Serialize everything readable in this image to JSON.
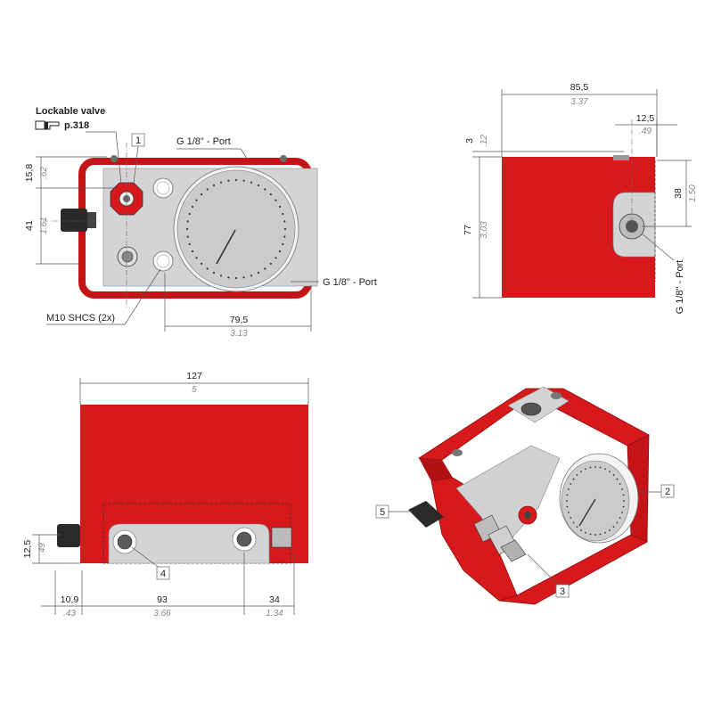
{
  "labels": {
    "lockable_valve": "Lockable valve",
    "page_ref": "p.318",
    "port_top": "G 1/8\" - Port",
    "port_right": "G 1/8\" - Port",
    "port_side": "G 1/8\" - Port",
    "mounting_screws": "M10 SHCS (2x)"
  },
  "callouts": [
    "1",
    "2",
    "3",
    "4",
    "5"
  ],
  "dimensions": {
    "top_left": {
      "d1_mm": "15,8",
      "d1_in": ".62",
      "d2_mm": "41",
      "d2_in": "1.61",
      "d3_mm": "79,5",
      "d3_in": "3.13"
    },
    "top_right": {
      "width_mm": "85,5",
      "width_in": "3.37",
      "port_mm": "12,5",
      "port_in": ".49",
      "top_mm": "3",
      "top_in": ".12",
      "height_mm": "77",
      "height_in": "3.03",
      "center_mm": "38",
      "center_in": "1.50"
    },
    "bottom_left": {
      "length_mm": "127",
      "length_in": "5",
      "base_mm": "12,5",
      "base_in": ".49",
      "a_mm": "10,9",
      "a_in": ".43",
      "b_mm": "93",
      "b_in": "3.66",
      "c_mm": "34",
      "c_in": "1.34"
    }
  },
  "colors": {
    "body_red": "#d7191b",
    "plate_grey": "#d2d4d6",
    "gauge_face": "#c9cbcd"
  }
}
